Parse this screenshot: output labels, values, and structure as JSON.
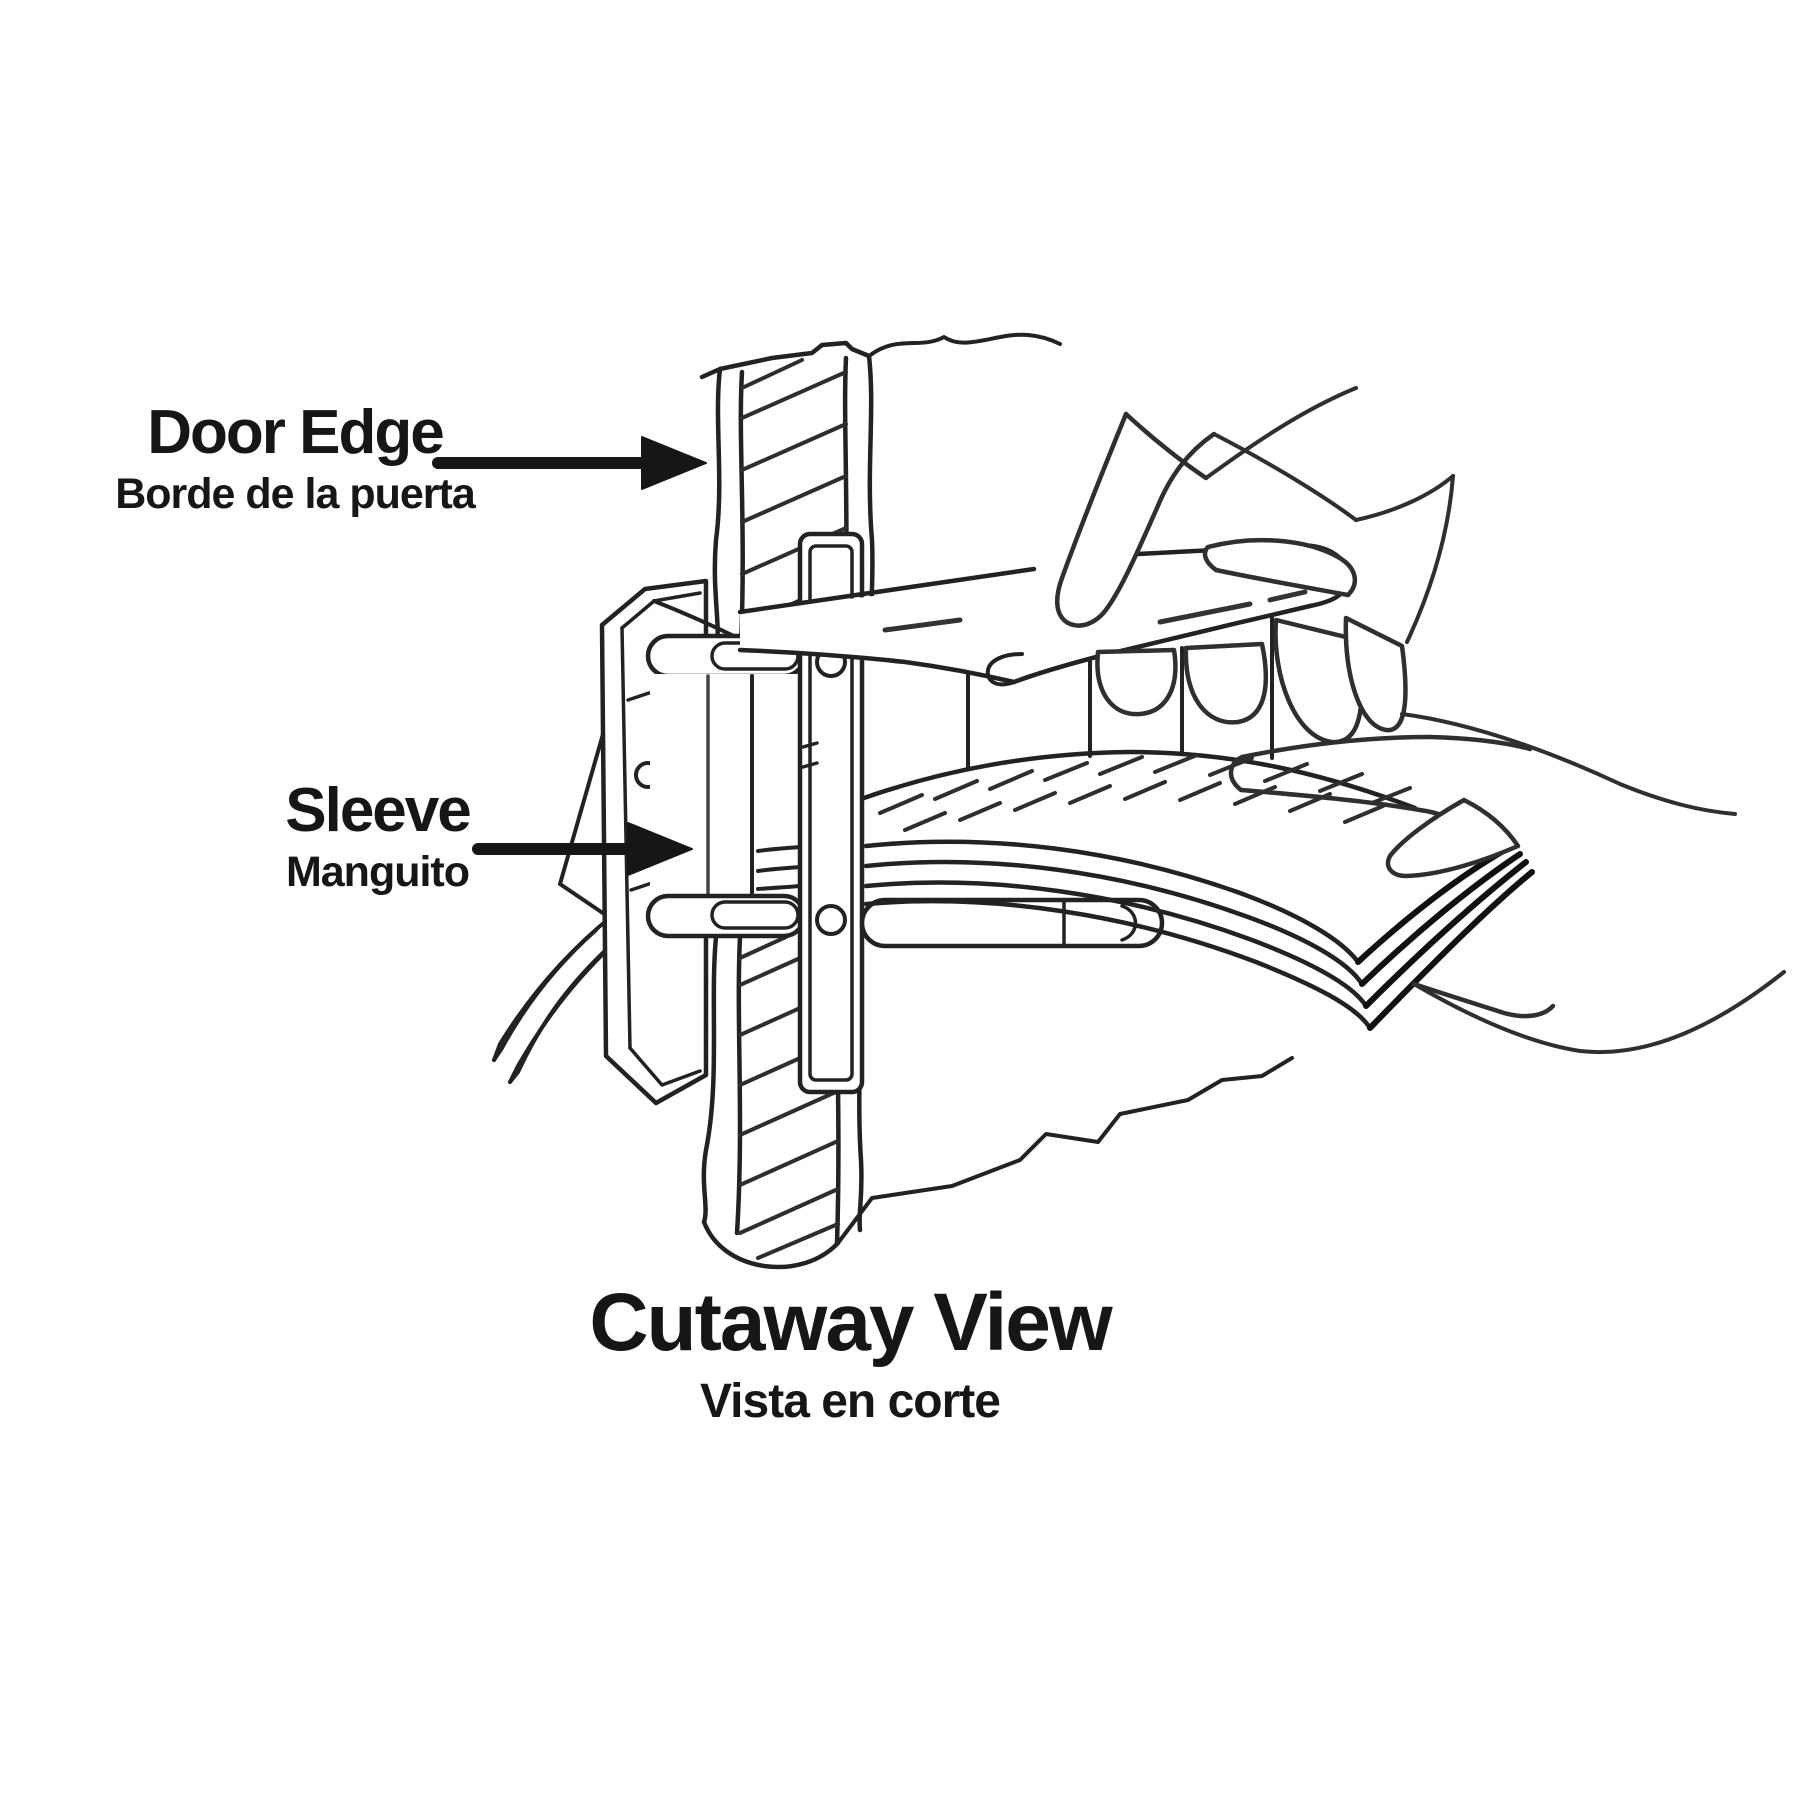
{
  "figure": {
    "labels": [
      {
        "id": "door_edge",
        "text": "Door Edge",
        "translation": "Borde de la puerta"
      },
      {
        "id": "sleeve",
        "text": "Sleeve",
        "translation": "Manguito"
      }
    ],
    "caption": {
      "text": "Cutaway View",
      "translation": "Vista en corte"
    },
    "colors": {
      "ink": "#1c1c1c",
      "background": "#ffffff"
    },
    "parts": [
      "door-edge-cross-section",
      "mail-slot-sleeve",
      "sleeve-front-plate",
      "sleeve-mounting-frame",
      "slot-flap",
      "hand-holding-flap",
      "hand-inserting-mail",
      "magazine-stack",
      "weatherstrip-fins"
    ]
  }
}
